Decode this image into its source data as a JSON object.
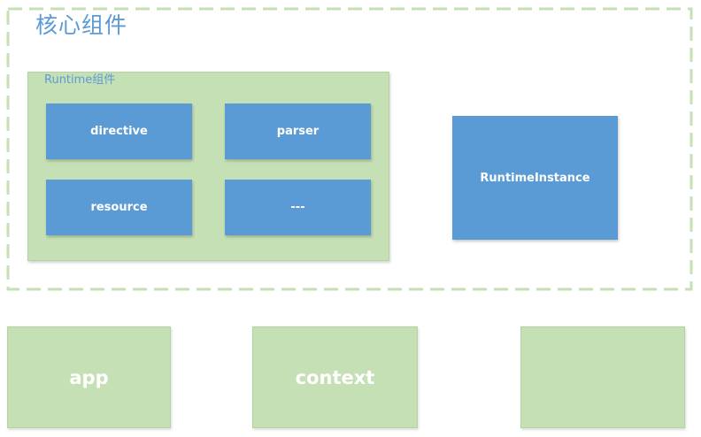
{
  "core": {
    "title": "核心组件"
  },
  "runtime_group": {
    "title": "Runtime组件",
    "items": [
      {
        "label": "directive"
      },
      {
        "label": "parser"
      },
      {
        "label": "resource"
      },
      {
        "label": "---"
      }
    ]
  },
  "runtime_instance": {
    "label": "RuntimeInstance"
  },
  "bottom": {
    "items": [
      {
        "label": "app"
      },
      {
        "label": "context"
      },
      {
        "label": ""
      }
    ]
  },
  "colors": {
    "blue": "#5b9bd5",
    "green": "#c5e0b4",
    "dash": "#c5e0b4"
  }
}
